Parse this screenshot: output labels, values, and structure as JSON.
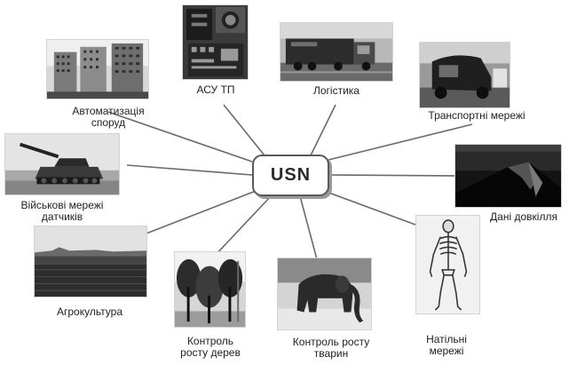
{
  "hub": {
    "label": "USN"
  },
  "nodes": [
    {
      "key": "building",
      "icon": "buildings-photo",
      "lines": [
        "Автоматизація",
        "споруд"
      ]
    },
    {
      "key": "asutp",
      "icon": "industrial-control-photo",
      "lines": [
        "АСУ ТП"
      ]
    },
    {
      "key": "logistics",
      "icon": "truck-photo",
      "lines": [
        "Логістика"
      ]
    },
    {
      "key": "transport",
      "icon": "autorickshaw-photo",
      "lines": [
        "Транспортні мережі"
      ]
    },
    {
      "key": "environment",
      "icon": "volcano-photo",
      "lines": [
        "Дані довкілля"
      ]
    },
    {
      "key": "military",
      "icon": "tank-photo",
      "lines": [
        "Військові мережі",
        "датчиків"
      ]
    },
    {
      "key": "agriculture",
      "icon": "field-photo",
      "lines": [
        "Агрокультура"
      ]
    },
    {
      "key": "trees",
      "icon": "trees-photo",
      "lines": [
        "Контроль",
        "росту дерев"
      ]
    },
    {
      "key": "animals",
      "icon": "elephant-photo",
      "lines": [
        "Контроль росту",
        "тварин"
      ]
    },
    {
      "key": "body",
      "icon": "skeleton-photo",
      "lines": [
        "Натільні",
        "мережі"
      ]
    }
  ]
}
